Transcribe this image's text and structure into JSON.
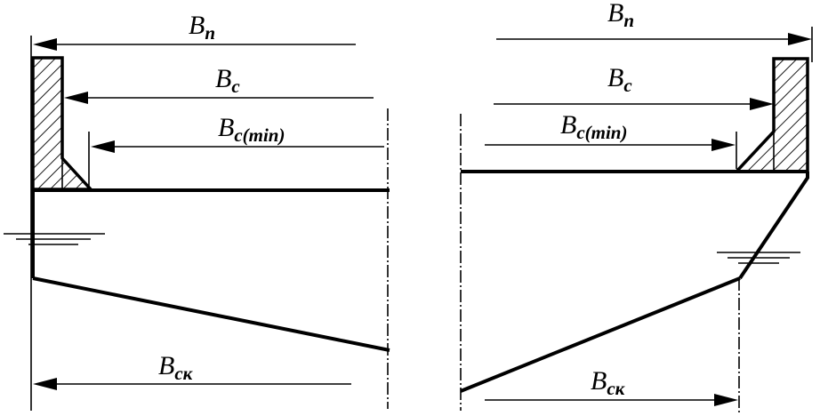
{
  "labels": {
    "bp_main": "B",
    "bp_sub": "п",
    "bc_main": "B",
    "bc_sub": "с",
    "bcmin_main": "B",
    "bcmin_sub": "с(min)",
    "bsk_main": "B",
    "bsk_sub": "ск"
  }
}
